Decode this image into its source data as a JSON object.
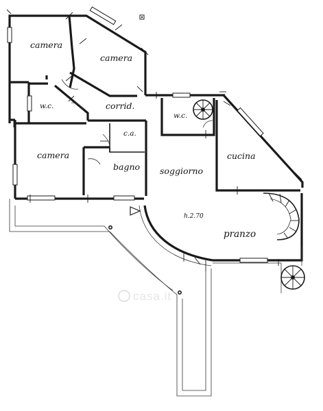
{
  "plan": {
    "rooms": [
      {
        "id": "camera-1",
        "label": "camera"
      },
      {
        "id": "camera-2",
        "label": "camera"
      },
      {
        "id": "wc-1",
        "label": "w.c."
      },
      {
        "id": "corridoio",
        "label": "corrid."
      },
      {
        "id": "wc-2",
        "label": "w.c."
      },
      {
        "id": "ca",
        "label": "c.a."
      },
      {
        "id": "camera-3",
        "label": "camera"
      },
      {
        "id": "bagno",
        "label": "bagno"
      },
      {
        "id": "soggiorno",
        "label": "soggiorno"
      },
      {
        "id": "cucina",
        "label": "cucina"
      },
      {
        "id": "pranzo",
        "label": "pranzo"
      }
    ],
    "ceiling_height": "h.2.70",
    "watermark": "casa.it",
    "colors": {
      "line": "#1a1a1a",
      "background": "#ffffff"
    }
  }
}
